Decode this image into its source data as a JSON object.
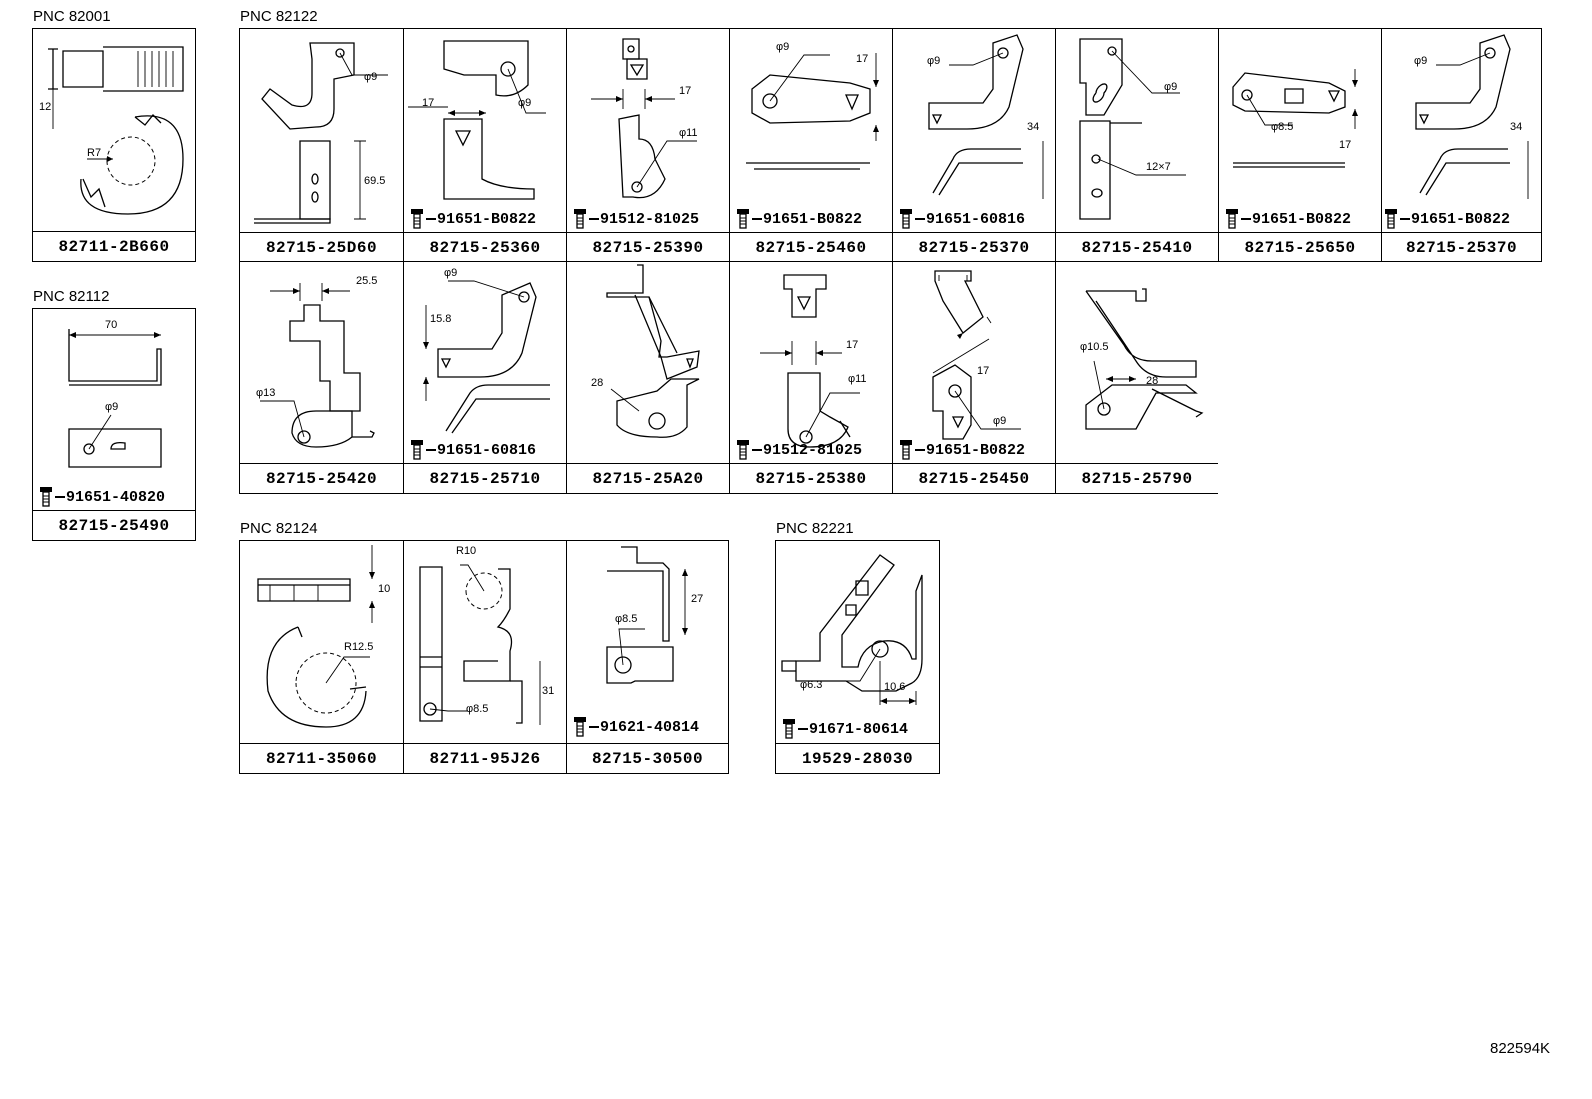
{
  "groups": {
    "g82001": {
      "pnc_label": "PNC 82001",
      "cells": [
        {
          "part_no": "82711-2B660",
          "dims": [
            "12",
            "R7"
          ]
        }
      ]
    },
    "g82112": {
      "pnc_label": "PNC 82112",
      "cells": [
        {
          "part_no": "82715-25490",
          "bolt": "91651-40820",
          "dims": [
            "70",
            "φ9"
          ]
        }
      ]
    },
    "g82122": {
      "pnc_label": "PNC 82122",
      "row1": [
        {
          "part_no": "82715-25D60",
          "dims": [
            "φ9",
            "69.5"
          ]
        },
        {
          "part_no": "82715-25360",
          "bolt": "91651-B0822",
          "dims": [
            "17",
            "φ9"
          ]
        },
        {
          "part_no": "82715-25390",
          "bolt": "91512-81025",
          "dims": [
            "17",
            "φ11"
          ]
        },
        {
          "part_no": "82715-25460",
          "bolt": "91651-B0822",
          "dims": [
            "φ9",
            "17"
          ]
        },
        {
          "part_no": "82715-25370",
          "bolt": "91651-60816",
          "dims": [
            "φ9",
            "34"
          ]
        },
        {
          "part_no": "82715-25410",
          "dims": [
            "φ9",
            "12×7"
          ]
        },
        {
          "part_no": "82715-25650",
          "bolt": "91651-B0822",
          "dims": [
            "φ8.5",
            "17"
          ]
        },
        {
          "part_no": "82715-25370",
          "bolt": "91651-B0822",
          "dims": [
            "φ9",
            "34"
          ]
        }
      ],
      "row2": [
        {
          "part_no": "82715-25420",
          "dims": [
            "25.5",
            "φ13"
          ]
        },
        {
          "part_no": "82715-25710",
          "bolt": "91651-60816",
          "dims": [
            "φ9",
            "15.8"
          ]
        },
        {
          "part_no": "82715-25A20",
          "dims": [
            "28"
          ]
        },
        {
          "part_no": "82715-25380",
          "bolt": "91512-81025",
          "dims": [
            "17",
            "φ11"
          ]
        },
        {
          "part_no": "82715-25450",
          "bolt": "91651-B0822",
          "dims": [
            "17",
            "φ9"
          ]
        },
        {
          "part_no": "82715-25790",
          "dims": [
            "φ10.5",
            "28"
          ]
        }
      ]
    },
    "g82124": {
      "pnc_label": "PNC 82124",
      "cells": [
        {
          "part_no": "82711-35060",
          "dims": [
            "10",
            "R12.5"
          ]
        },
        {
          "part_no": "82711-95J26",
          "dims": [
            "R10",
            "31",
            "φ8.5"
          ]
        },
        {
          "part_no": "82715-30500",
          "bolt": "91621-40814",
          "dims": [
            "27",
            "φ8.5"
          ]
        }
      ]
    },
    "g82221": {
      "pnc_label": "PNC 82221",
      "cells": [
        {
          "part_no": "19529-28030",
          "bolt": "91671-80614",
          "dims": [
            "φ6.3",
            "10.6"
          ]
        }
      ]
    }
  },
  "diagram_code": "822594K",
  "icons": [
    "bolt-icon",
    "bracket-drawing",
    "clamp-drawing"
  ],
  "colors": {
    "line": "#000000",
    "background": "#ffffff"
  }
}
